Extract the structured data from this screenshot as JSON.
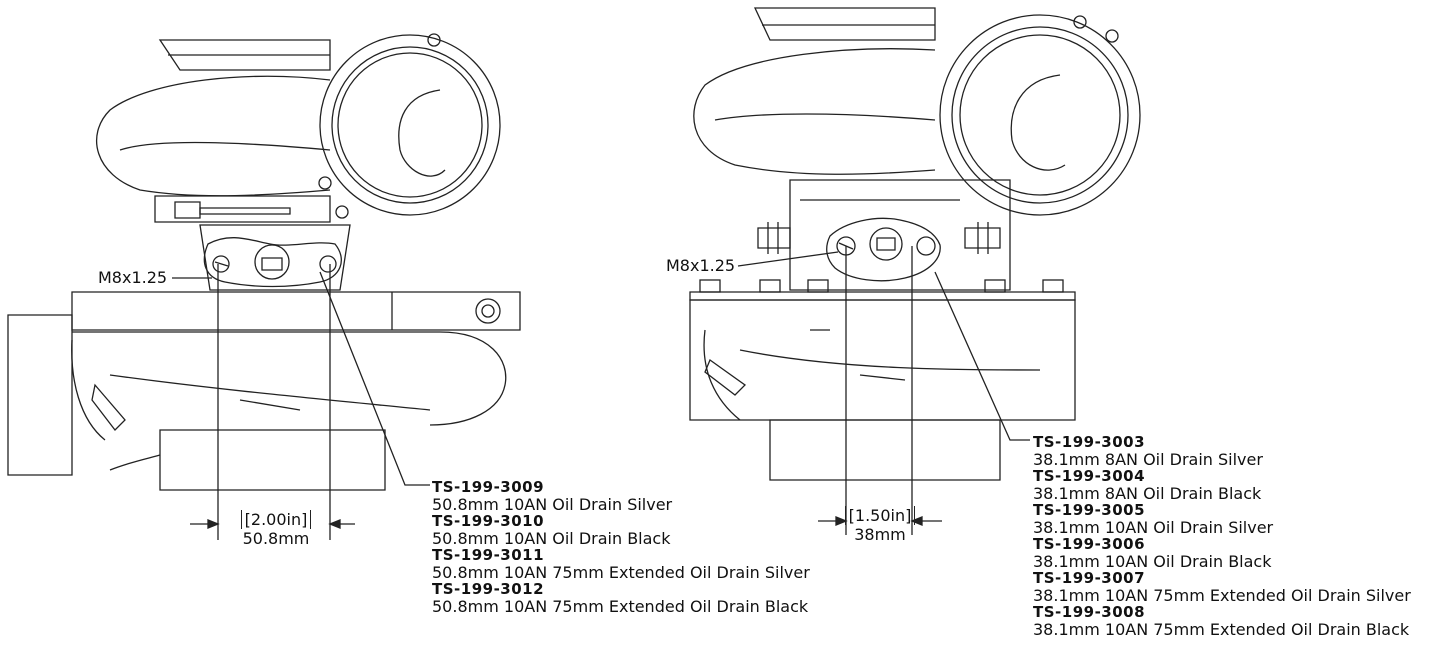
{
  "left_view": {
    "thread_callout": "M8x1.25",
    "dimension_in": "[2.00in]",
    "dimension_mm": "50.8mm",
    "parts": [
      {
        "part_number": "TS-199-3009",
        "description": "50.8mm 10AN Oil Drain Silver"
      },
      {
        "part_number": "TS-199-3010",
        "description": "50.8mm 10AN Oil Drain Black"
      },
      {
        "part_number": "TS-199-3011",
        "description": "50.8mm 10AN 75mm Extended Oil Drain Silver"
      },
      {
        "part_number": "TS-199-3012",
        "description": "50.8mm 10AN 75mm Extended Oil Drain Black"
      }
    ]
  },
  "right_view": {
    "thread_callout": "M8x1.25",
    "dimension_in": "[1.50in]",
    "dimension_mm": "38mm",
    "parts": [
      {
        "part_number": "TS-199-3003",
        "description": "38.1mm 8AN Oil Drain Silver"
      },
      {
        "part_number": "TS-199-3004",
        "description": "38.1mm 8AN Oil Drain Black"
      },
      {
        "part_number": "TS-199-3005",
        "description": "38.1mm 10AN Oil Drain Silver"
      },
      {
        "part_number": "TS-199-3006",
        "description": "38.1mm 10AN Oil Drain Black"
      },
      {
        "part_number": "TS-199-3007",
        "description": "38.1mm 10AN 75mm Extended Oil Drain Silver"
      },
      {
        "part_number": "TS-199-3008",
        "description": "38.1mm 10AN 75mm Extended Oil Drain Black"
      }
    ]
  }
}
